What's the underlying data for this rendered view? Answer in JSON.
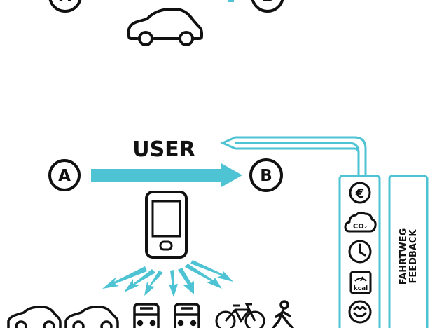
{
  "colors": {
    "accent": "#4ec3d4",
    "ink": "#111111",
    "background": "#ffffff"
  },
  "top": {
    "node_a": "A",
    "node_b": "B",
    "vehicle_icon": "car-icon"
  },
  "main": {
    "title": "USER",
    "node_a": "A",
    "node_b": "B",
    "device_icon": "smartphone-icon"
  },
  "feedback_panel": {
    "icons": [
      {
        "name": "euro-icon",
        "label": "€"
      },
      {
        "name": "co2-icon",
        "label": "CO₂"
      },
      {
        "name": "clock-icon",
        "label": ""
      },
      {
        "name": "kcal-icon",
        "label": "kcal"
      },
      {
        "name": "smiley-icon",
        "label": ""
      }
    ],
    "label_line1": "FAHRTWEG",
    "label_line2": "FEEDBACK"
  },
  "modes": [
    {
      "name": "car-icon-1"
    },
    {
      "name": "car-icon-2"
    },
    {
      "name": "bus-icon-1"
    },
    {
      "name": "bus-icon-2"
    },
    {
      "name": "bicycle-icon"
    },
    {
      "name": "pedestrian-icon"
    }
  ]
}
